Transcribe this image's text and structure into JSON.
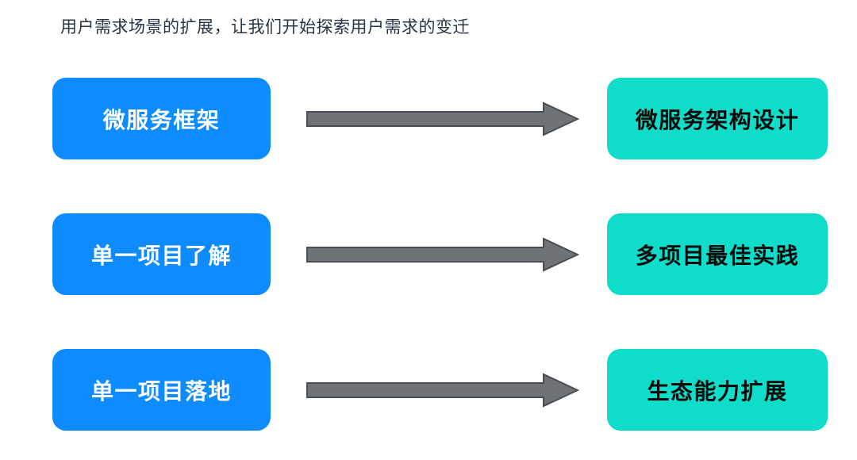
{
  "slide": {
    "background_color": "#ffffff",
    "headline": "用户需求场景的扩展，让我们开始探索用户需求的变迁",
    "headline_color": "#2b3440"
  },
  "theme": {
    "source_fill": "#0e8bff",
    "source_text_color": "#ffffff",
    "target_fill": "#0fdcc9",
    "target_text_color": "#0a0a0a",
    "arrow_fill": "#6f7277",
    "arrow_stroke": "#4a4d52"
  },
  "diagram": {
    "type": "transition-mapping",
    "rows": [
      {
        "source_label": "微服务框架",
        "arrow_icon": "right-arrow-icon",
        "target_label": "微服务架构设计"
      },
      {
        "source_label": "单一项目了解",
        "arrow_icon": "right-arrow-icon",
        "target_label": "多项目最佳实践"
      },
      {
        "source_label": "单一项目落地",
        "arrow_icon": "right-arrow-icon",
        "target_label": "生态能力扩展"
      }
    ]
  }
}
